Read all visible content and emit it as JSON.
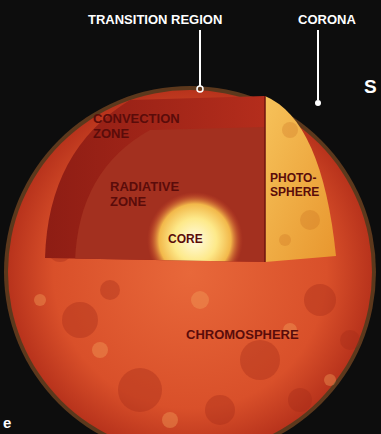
{
  "diagram": {
    "labels": [
      "TRANSITION REGION",
      "CORONA",
      "S",
      "CONVECTION ZONE",
      "RADIATIVE ZONE",
      "CORE",
      "PHOTO- SPHERE",
      "CHROMOSPHERE",
      "e"
    ]
  }
}
